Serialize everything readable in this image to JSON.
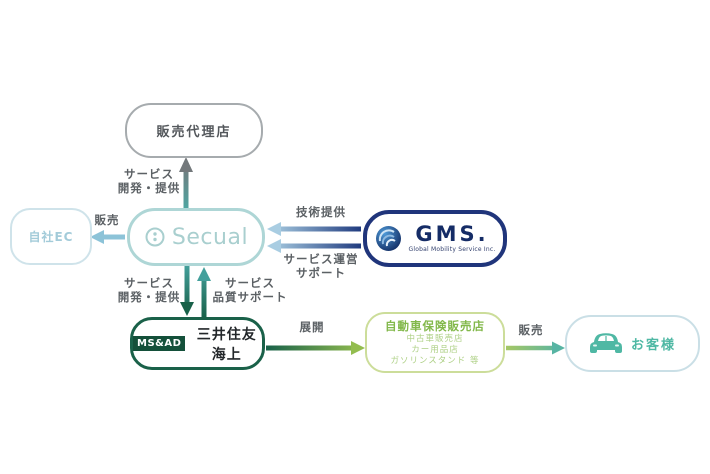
{
  "diagram": {
    "nodes": {
      "sales_agency": {
        "label": "販売代理店"
      },
      "own_ec": {
        "label": "自社EC"
      },
      "secual": {
        "brand": "Secual"
      },
      "gms": {
        "brand": "GMS.",
        "subtitle": "Global Mobility Service Inc."
      },
      "msad": {
        "logo": "MS&AD",
        "label": "三井住友海上"
      },
      "insurance_shops": {
        "title": "自動車保険販売店",
        "examples": [
          "中古車販売店",
          "カー用品店",
          "ガソリンスタンド 等"
        ]
      },
      "customer": {
        "label": "お客様"
      }
    },
    "edges": {
      "secual_to_agency": {
        "label": [
          "サービス",
          "開発・提供"
        ],
        "direction": "up"
      },
      "secual_to_ec": {
        "label": [
          "販売"
        ],
        "direction": "left"
      },
      "gms_to_secual_tech": {
        "label": [
          "技術提供"
        ],
        "direction": "left"
      },
      "gms_to_secual_ops": {
        "label": [
          "サービス運営",
          "サポート"
        ],
        "direction": "left"
      },
      "secual_to_msad": {
        "label": [
          "サービス",
          "開発・提供"
        ],
        "direction": "down"
      },
      "msad_to_secual": {
        "label": [
          "サービス",
          "品質サポート"
        ],
        "direction": "up"
      },
      "msad_to_shops": {
        "label": [
          "展開"
        ],
        "direction": "right"
      },
      "shops_to_customer": {
        "label": [
          "販売"
        ],
        "direction": "right"
      }
    },
    "colors": {
      "secual_teal": "#a9cfcf",
      "gms_navy": "#20357b",
      "msad_green": "#1a6149",
      "shops_green": "#82b84a",
      "customer_teal": "#4fb8a4",
      "arrow_gray": "#73787b",
      "arrow_light_blue": "#8cc3d8",
      "arrow_teal": "#44a09c",
      "arrow_yellow_green": "#93bd4f"
    }
  }
}
